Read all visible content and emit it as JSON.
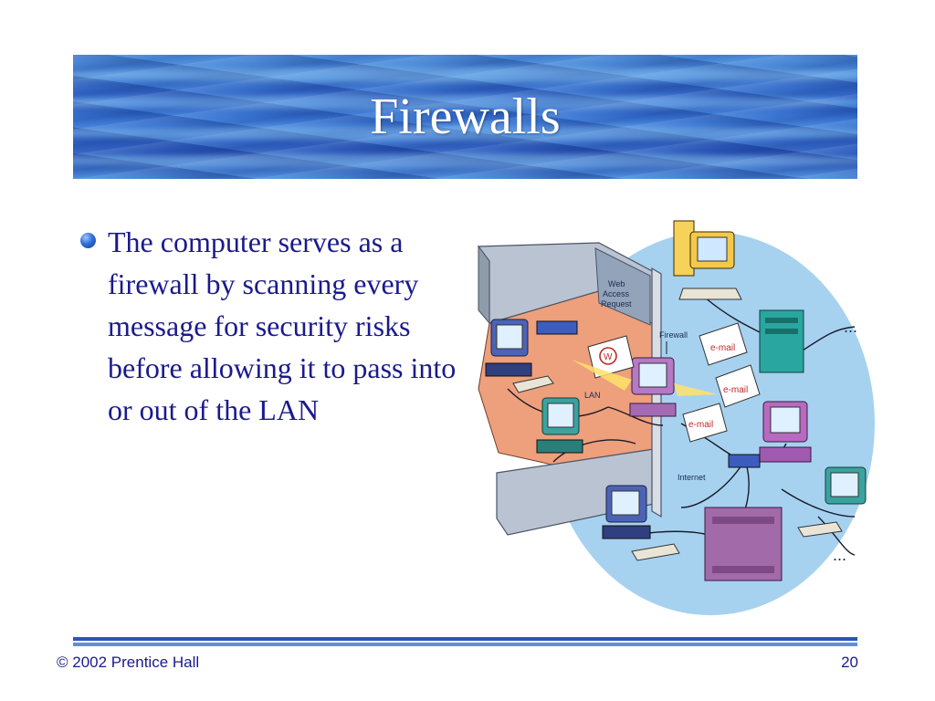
{
  "slide": {
    "title": "Firewalls",
    "bullets": [
      "The computer serves as a firewall by scanning every message for security risks before allowing it to pass into or out of the LAN"
    ]
  },
  "illustration": {
    "labels": {
      "web_access_request": [
        "Web",
        "Access",
        "Request"
      ],
      "firewall": "Firewall",
      "lan": "LAN",
      "internet": "Internet",
      "email": "e-mail",
      "web_icon": "W",
      "ellipsis": "..."
    }
  },
  "footer": {
    "copyright": "© 2002 Prentice Hall",
    "page_number": "20"
  },
  "colors": {
    "title_banner": "#3a6fd0",
    "body_text": "#1a1a8c",
    "lan_floor": "#ee9f7c",
    "internet_cloud": "#a6d2f0",
    "wall": "#b9c3d1"
  }
}
